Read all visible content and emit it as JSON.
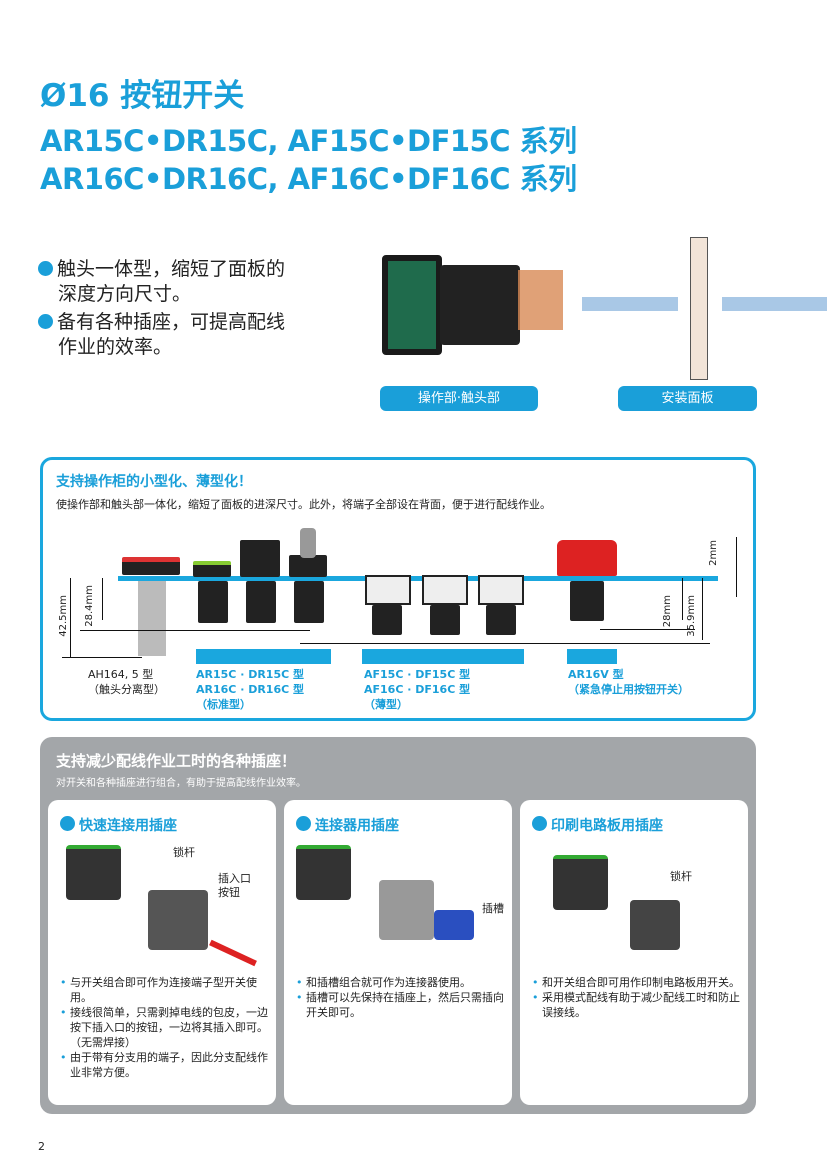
{
  "title": "Ø16 按钮开关",
  "series_lines": [
    "AR15C•DR15C, AF15C•DF15C 系列",
    "AR16C•DR16C, AF16C•DF16C 系列"
  ],
  "features": [
    [
      "触头一体型，缩短了面板的",
      "深度方向尺寸。"
    ],
    [
      "备有各种插座，可提高配线",
      "作业的效率。"
    ]
  ],
  "figure_labels": {
    "operation": "操作部·触头部",
    "panel": "安装面板"
  },
  "section1": {
    "heading": "支持操作柜的小型化、薄型化！",
    "text": "使操作部和触头部一体化，缩短了面板的进深尺寸。此外，将端子全部设在背面，便于进行配线作业。",
    "dims": [
      "42.5mm",
      "28.4mm",
      "2mm",
      "28mm",
      "35.9mm"
    ],
    "groups": [
      {
        "lines": [
          "AH164, 5 型",
          "（触头分离型）"
        ]
      },
      {
        "lines": [
          "AR15C · DR15C 型",
          "AR16C · DR16C 型",
          "（标准型）"
        ]
      },
      {
        "lines": [
          "AF15C · DF15C 型",
          "AF16C · DF16C 型",
          "（薄型）"
        ]
      },
      {
        "lines": [
          "AR16V 型",
          "（紧急停止用按钮开关）"
        ]
      }
    ]
  },
  "section2": {
    "heading": "支持减少配线作业工时的各种插座！",
    "text": "对开关和各种插座进行组合，有助于提高配线作业效率。",
    "cards": [
      {
        "title": "快速连接用插座",
        "callouts": [
          "锁杆",
          "插入口",
          "按钮"
        ],
        "bullets": [
          "与开关组合即可作为连接端子型开关使用。",
          "接线很简单，只需剥掉电线的包皮，一边按下插入口的按钮，一边将其插入即可。（无需焊接）",
          "由于带有分支用的端子，因此分支配线作业非常方便。"
        ]
      },
      {
        "title": "连接器用插座",
        "callouts": [
          "插槽"
        ],
        "bullets": [
          "和插槽组合就可作为连接器使用。",
          "插槽可以先保持在插座上，然后只需插向开关即可。"
        ]
      },
      {
        "title": "印刷电路板用插座",
        "callouts": [
          "锁杆"
        ],
        "bullets": [
          "和开关组合即可用作印制电路板用开关。",
          "采用模式配线有助于减少配线工时和防止误接线。"
        ]
      }
    ]
  },
  "page_number": "2"
}
